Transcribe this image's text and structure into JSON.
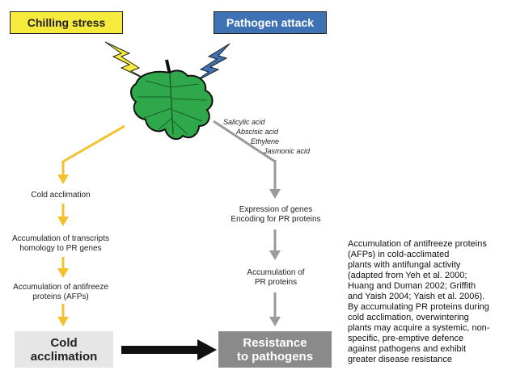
{
  "header": {
    "stress1": "Chilling stress",
    "stress2": "Pathogen attack"
  },
  "left_path": {
    "step1": "Cold acclimation",
    "step2_line1": "Accumulation of transcripts",
    "step2_line2": "homology to PR genes",
    "step3_line1": "Accumulation of antifreeze",
    "step3_line2": "proteins (AFPs)",
    "result_line1": "Cold",
    "result_line2": "acclimation"
  },
  "right_path": {
    "signals": [
      "Salicylic acid",
      "Abscisic acid",
      "Ethylene",
      "Jasmonic acid"
    ],
    "step1_line1": "Expression of genes",
    "step1_line2": "Encoding for PR proteins",
    "step2_line1": "Accumulation of",
    "step2_line2": "PR proteins",
    "result_line1": "Resistance",
    "result_line2": "to pathogens"
  },
  "caption": "Accumulation of antifreeze proteins\n(AFPs) in cold-acclimated\nplants with antifungal activity\n(adapted from Yeh et al. 2000;\nHuang and Duman 2002; Griffith\nand Yaish 2004; Yaish et al. 2006).\nBy accumulating PR proteins during\ncold acclimation, overwintering\nplants may acquire a systemic, non-\nspecific, pre-emptive defence\nagainst pathogens and exhibit\ngreater disease resistance",
  "colors": {
    "yellow": "#f6ea3c",
    "arrow_yellow": "#f2c12e",
    "blue": "#3e72b5",
    "leaf_green": "#2ea84a",
    "grey_arrow": "#9a9a9a"
  }
}
